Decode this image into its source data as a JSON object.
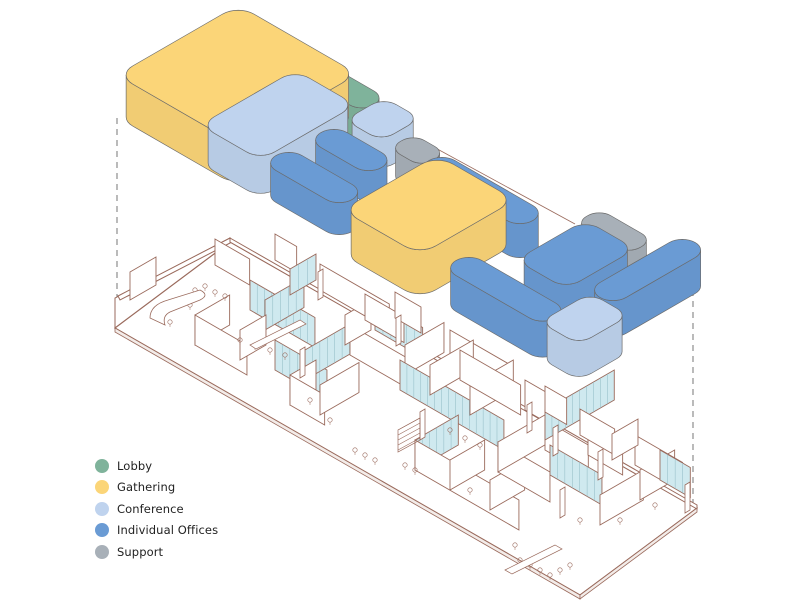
{
  "legend": {
    "items": [
      {
        "key": "lobby",
        "label": "Lobby",
        "color": "#7fb39b"
      },
      {
        "key": "gathering",
        "label": "Gathering",
        "color": "#fbd578"
      },
      {
        "key": "conference",
        "label": "Conference",
        "color": "#bfd3ee"
      },
      {
        "key": "offices",
        "label": "Individual Offices",
        "color": "#6a9bd4"
      },
      {
        "key": "support",
        "label": "Support",
        "color": "#a8b0b8"
      }
    ]
  },
  "colors": {
    "outline": "#6b6b6b",
    "plan_line": "#9a6a5c",
    "glass": "#cfe9ef",
    "guide": "#555555"
  }
}
